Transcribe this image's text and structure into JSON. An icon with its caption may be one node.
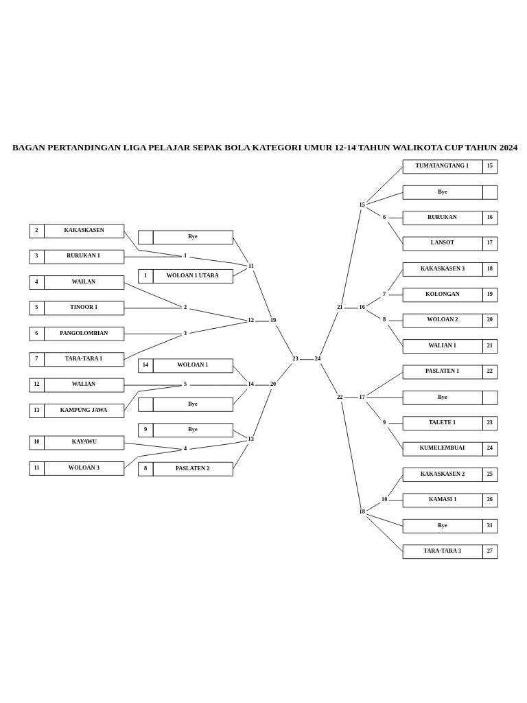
{
  "diagram": {
    "title": "BAGAN PERTANDINGAN LIGA PELAJAR SEPAK BOLA KATEGORI UMUR 12-14 TAHUN WALIKOTA CUP TAHUN 2024",
    "nodes": [
      {
        "text": [
          "1",
          "WOLOAN 1 UTARA"
        ]
      },
      {
        "text": [
          "Bye"
        ]
      },
      {
        "text": [
          "2",
          "KAKASKASEN"
        ]
      },
      {
        "text": [
          "3",
          "RURUKAN 1"
        ]
      },
      {
        "text": [
          "4",
          "WAILAN"
        ]
      },
      {
        "text": [
          "5",
          "TINOOR 1"
        ]
      },
      {
        "text": [
          "6",
          "PANGOLOMBIAN"
        ]
      },
      {
        "text": [
          "7",
          "TARA-TARA 1"
        ]
      },
      {
        "text": [
          "8",
          "PASLATEN 2"
        ]
      },
      {
        "text": [
          "9",
          "Bye"
        ]
      },
      {
        "text": [
          "10",
          "KAYAWU"
        ]
      },
      {
        "text": [
          "11",
          "WOLOAN 3"
        ]
      },
      {
        "text": [
          "12",
          "WALIAN"
        ]
      },
      {
        "text": [
          "13",
          "KAMPUNG JAWA"
        ]
      },
      {
        "text": [
          "Bye"
        ]
      },
      {
        "text": [
          "14",
          "WOLOAN 1"
        ]
      },
      {
        "text": [
          "1"
        ]
      },
      {
        "text": [
          "2"
        ]
      },
      {
        "text": [
          "3"
        ]
      },
      {
        "text": [
          "4"
        ]
      },
      {
        "text": [
          "5"
        ]
      },
      {
        "text": [
          "11"
        ]
      },
      {
        "text": [
          "12"
        ]
      },
      {
        "text": [
          "13"
        ]
      },
      {
        "text": [
          "14"
        ]
      },
      {
        "text": [
          "19"
        ]
      },
      {
        "text": [
          "20"
        ]
      },
      {
        "text": [
          "23"
        ]
      },
      {
        "text": [
          "24"
        ]
      },
      {
        "text": [
          "21"
        ]
      },
      {
        "text": [
          "22"
        ]
      },
      {
        "text": [
          "15"
        ]
      },
      {
        "text": [
          "16"
        ]
      },
      {
        "text": [
          "17"
        ]
      },
      {
        "text": [
          "18"
        ]
      },
      {
        "text": [
          "6"
        ]
      },
      {
        "text": [
          "7"
        ]
      },
      {
        "text": [
          "8"
        ]
      },
      {
        "text": [
          "9"
        ]
      },
      {
        "text": [
          "10"
        ]
      },
      {
        "text": [
          "TUMATANGTANG 1",
          "15"
        ]
      },
      {
        "text": [
          "Bye"
        ]
      },
      {
        "text": [
          "RURUKAN",
          "16"
        ]
      },
      {
        "text": [
          "LANSOT",
          "17"
        ]
      },
      {
        "text": [
          "KAKASKASEN 3",
          "18"
        ]
      },
      {
        "text": [
          "KOLONGAN",
          "19"
        ]
      },
      {
        "text": [
          "WOLOAN 2",
          "20"
        ]
      },
      {
        "text": [
          "WALIAN 1",
          "21"
        ]
      },
      {
        "text": [
          "PASLATEN 1",
          "22"
        ]
      },
      {
        "text": [
          "Bye"
        ]
      },
      {
        "text": [
          "TALETE 1",
          "23"
        ]
      },
      {
        "text": [
          "KUMELEMBUAI",
          "24"
        ]
      },
      {
        "text": [
          "KAKASKASEN 2",
          "25"
        ]
      },
      {
        "text": [
          "KAMASI 1",
          "26"
        ]
      },
      {
        "text": [
          "Bye",
          "31"
        ]
      },
      {
        "text": [
          "TARA-TARA 3",
          "27"
        ]
      }
    ],
    "edges": [
      {
        "from": 0,
        "to": 21,
        "arrow": "none"
      },
      {
        "from": 1,
        "to": 21,
        "arrow": "none"
      },
      {
        "from": 2,
        "to": 16,
        "arrow": "none"
      },
      {
        "from": 3,
        "to": 16,
        "arrow": "none"
      },
      {
        "from": 16,
        "to": 21,
        "arrow": "none"
      },
      {
        "from": 4,
        "to": 17,
        "arrow": "none"
      },
      {
        "from": 5,
        "to": 17,
        "arrow": "none"
      },
      {
        "from": 6,
        "to": 18,
        "arrow": "none"
      },
      {
        "from": 7,
        "to": 18,
        "arrow": "none"
      },
      {
        "from": 17,
        "to": 22,
        "arrow": "none"
      },
      {
        "from": 18,
        "to": 22,
        "arrow": "none"
      },
      {
        "from": 21,
        "to": 25,
        "arrow": "none"
      },
      {
        "from": 22,
        "to": 25,
        "arrow": "none"
      },
      {
        "from": 8,
        "to": 23,
        "arrow": "none"
      },
      {
        "from": 9,
        "to": 23,
        "arrow": "none"
      },
      {
        "from": 10,
        "to": 19,
        "arrow": "none"
      },
      {
        "from": 11,
        "to": 19,
        "arrow": "none"
      },
      {
        "from": 19,
        "to": 23,
        "arrow": "none"
      },
      {
        "from": 12,
        "to": 20,
        "arrow": "none"
      },
      {
        "from": 13,
        "to": 20,
        "arrow": "none"
      },
      {
        "from": 20,
        "to": 24,
        "arrow": "none"
      },
      {
        "from": 14,
        "to": 24,
        "arrow": "none"
      },
      {
        "from": 15,
        "to": 24,
        "arrow": "none"
      },
      {
        "from": 23,
        "to": 26,
        "arrow": "none"
      },
      {
        "from": 24,
        "to": 26,
        "arrow": "none"
      },
      {
        "from": 25,
        "to": 27,
        "arrow": "none"
      },
      {
        "from": 26,
        "to": 27,
        "arrow": "none"
      },
      {
        "from": 27,
        "to": 28,
        "arrow": "none"
      },
      {
        "from": 28,
        "to": 29,
        "arrow": "none"
      },
      {
        "from": 28,
        "to": 30,
        "arrow": "none"
      },
      {
        "from": 29,
        "to": 31,
        "arrow": "none"
      },
      {
        "from": 29,
        "to": 32,
        "arrow": "none"
      },
      {
        "from": 31,
        "to": 40,
        "arrow": "none"
      },
      {
        "from": 31,
        "to": 41,
        "arrow": "none"
      },
      {
        "from": 31,
        "to": 35,
        "arrow": "none"
      },
      {
        "from": 35,
        "to": 42,
        "arrow": "none"
      },
      {
        "from": 35,
        "to": 43,
        "arrow": "none"
      },
      {
        "from": 32,
        "to": 36,
        "arrow": "none"
      },
      {
        "from": 32,
        "to": 37,
        "arrow": "none"
      },
      {
        "from": 36,
        "to": 44,
        "arrow": "none"
      },
      {
        "from": 36,
        "to": 45,
        "arrow": "none"
      },
      {
        "from": 37,
        "to": 46,
        "arrow": "none"
      },
      {
        "from": 37,
        "to": 47,
        "arrow": "none"
      },
      {
        "from": 30,
        "to": 33,
        "arrow": "none"
      },
      {
        "from": 30,
        "to": 34,
        "arrow": "none"
      },
      {
        "from": 33,
        "to": 48,
        "arrow": "none"
      },
      {
        "from": 33,
        "to": 49,
        "arrow": "none"
      },
      {
        "from": 33,
        "to": 38,
        "arrow": "none"
      },
      {
        "from": 38,
        "to": 50,
        "arrow": "none"
      },
      {
        "from": 38,
        "to": 51,
        "arrow": "none"
      },
      {
        "from": 34,
        "to": 39,
        "arrow": "none"
      },
      {
        "from": 39,
        "to": 52,
        "arrow": "none"
      },
      {
        "from": 39,
        "to": 53,
        "arrow": "none"
      },
      {
        "from": 34,
        "to": 54,
        "arrow": "none"
      },
      {
        "from": 34,
        "to": 55,
        "arrow": "none"
      }
    ]
  }
}
